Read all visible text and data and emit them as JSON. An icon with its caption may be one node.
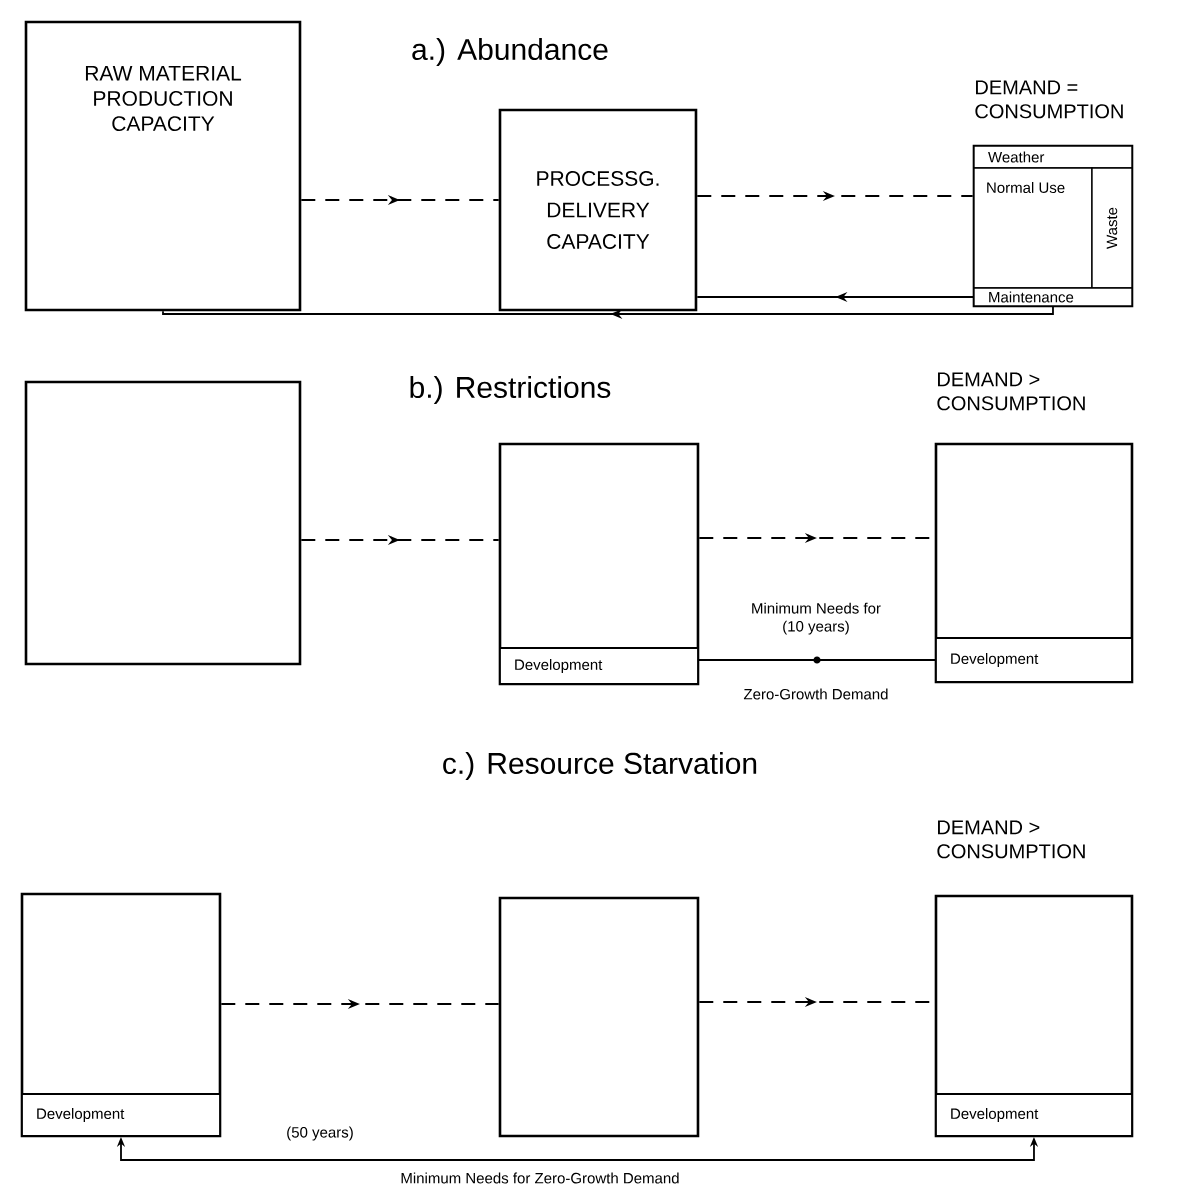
{
  "diagram": {
    "nodes": [
      {
        "text": [
          "RAW MATERIAL PRODUCTION CAPACITY"
        ]
      },
      {
        "text": [
          "PROCESSG. DELIVERY CAPACITY"
        ]
      },
      {
        "text": [],
        "shape": "box",
        "beside": [
          "DEMAND = CONSUMPTION"
        ]
      },
      {
        "text": [
          "Weather"
        ],
        "in": 2
      },
      {
        "text": [
          "Normal Use"
        ],
        "in": 2
      },
      {
        "text": [
          "Waste"
        ],
        "in": 2
      },
      {
        "text": [
          "Maintenance"
        ],
        "in": 2
      },
      {
        "text": [],
        "shape": "box"
      },
      {
        "text": [],
        "shape": "box"
      },
      {
        "text": [
          "Development"
        ],
        "in": 8
      },
      {
        "text": [],
        "shape": "box",
        "beside": [
          "DEMAND > CONSUMPTION"
        ]
      },
      {
        "text": [
          "Development"
        ],
        "in": 10
      },
      {
        "text": [],
        "shape": "box"
      },
      {
        "text": [
          "Development"
        ],
        "in": 12
      },
      {
        "text": [],
        "shape": "box"
      },
      {
        "text": [],
        "shape": "box",
        "beside": [
          "DEMAND > CONSUMPTION"
        ]
      },
      {
        "text": [
          "Development"
        ],
        "in": 15
      }
    ],
    "edges": [
      {
        "from": 0,
        "to": 1,
        "arrow": "to",
        "style": "dashed"
      },
      {
        "from": 1,
        "to": 2,
        "arrow": "to",
        "style": "dashed"
      },
      {
        "from": 6,
        "to": 1,
        "arrow": "to"
      },
      {
        "from": 6,
        "to": 0,
        "arrow": "to"
      },
      {
        "from": 7,
        "to": 8,
        "arrow": "to",
        "style": "dashed"
      },
      {
        "from": 8,
        "to": 10,
        "arrow": "to",
        "style": "dashed"
      },
      {
        "from": 11,
        "to": 9,
        "arrow": "none",
        "label": "Minimum Needs for (10 years)"
      },
      {
        "from": 12,
        "to": 14,
        "arrow": "to",
        "style": "dashed"
      },
      {
        "from": 14,
        "to": 15,
        "arrow": "to",
        "style": "dashed"
      },
      {
        "from": 16,
        "to": 13,
        "arrow": "both",
        "label": "(50 years)"
      }
    ],
    "labels": [
      "a.) Abundance",
      "b.) Restrictions",
      "Zero-Growth Demand",
      "c.) Resource Starvation",
      "Minimum Needs for Zero-Growth Demand"
    ]
  }
}
